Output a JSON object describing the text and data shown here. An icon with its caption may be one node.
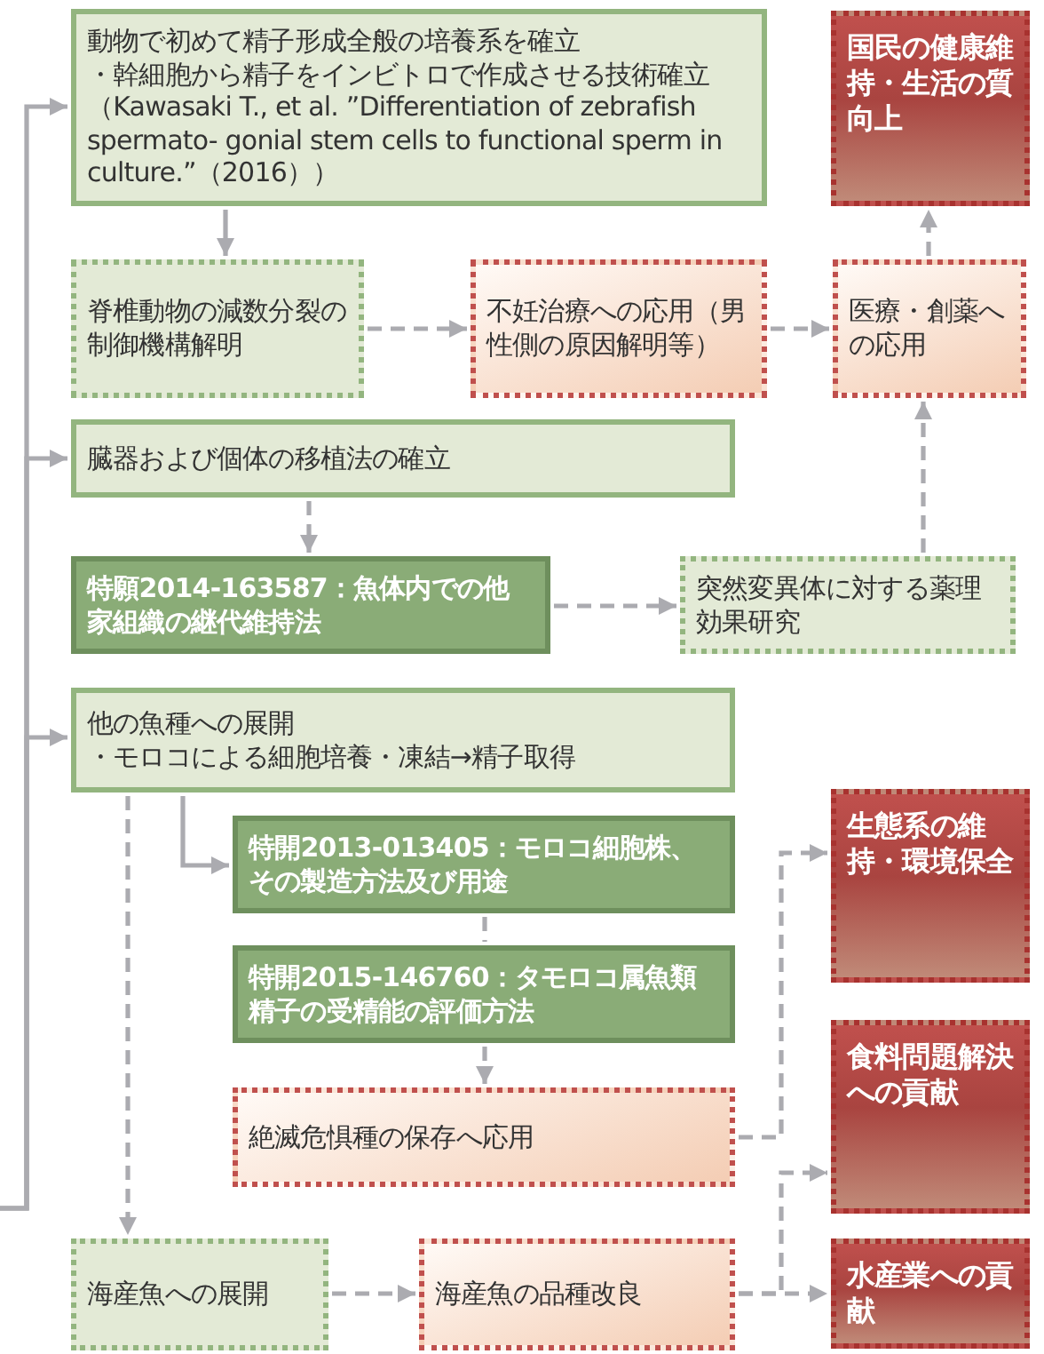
{
  "diagram": {
    "nodes": [
      {
        "text": [
          "動物で初めて精子形成全般の培養系を確立",
          "・幹細胞から精子をインビトロで作成させる技術確立（Kawasaki T., et al. ”Differentiation of zebrafish spermato- gonial stem cells to functional sperm in culture.”（2016））"
        ]
      },
      {
        "text": [
          "国民の健康維持・生活の質向上"
        ]
      },
      {
        "text": [
          "脊椎動物の減数分裂の制御機構解明"
        ]
      },
      {
        "text": [
          "不妊治療への応用（男性側の原因解明等）"
        ]
      },
      {
        "text": [
          "医療・創薬への応用"
        ]
      },
      {
        "text": [
          "臓器および個体の移植法の確立"
        ]
      },
      {
        "text": [
          "特願2014-163587：魚体内での他家組織の継代維持法"
        ]
      },
      {
        "text": [
          "突然変異体に対する薬理効果研究"
        ]
      },
      {
        "text": [
          "他の魚種への展開",
          "・モロコによる細胞培養・凍結→精子取得"
        ]
      },
      {
        "text": [
          "特開2013-013405：モロコ細胞株、その製造方法及び用途"
        ]
      },
      {
        "text": [
          "生態系の維持・環境保全"
        ]
      },
      {
        "text": [
          "特開2015-146760：タモロコ属魚類精子の受精能の評価方法"
        ]
      },
      {
        "text": [
          "食料問題解決への貢献"
        ]
      },
      {
        "text": [
          "絶滅危惧種の保存へ応用"
        ]
      },
      {
        "text": [
          "海産魚への展開"
        ]
      },
      {
        "text": [
          "海産魚の品種改良"
        ]
      },
      {
        "text": [
          "水産業への貢献"
        ]
      }
    ],
    "edges": [
      {
        "from": null,
        "to": 0,
        "arrow": "to"
      },
      {
        "from": null,
        "to": 5,
        "arrow": "to"
      },
      {
        "from": null,
        "to": 8,
        "arrow": "to"
      },
      {
        "from": 0,
        "to": 2,
        "arrow": "to"
      },
      {
        "from": 2,
        "to": 3,
        "arrow": "to",
        "style": "dashed"
      },
      {
        "from": 3,
        "to": 4,
        "arrow": "to",
        "style": "dashed"
      },
      {
        "from": 4,
        "to": 1,
        "arrow": "to",
        "style": "dashed"
      },
      {
        "from": 5,
        "to": 6,
        "arrow": "to",
        "style": "dashed"
      },
      {
        "from": 6,
        "to": 7,
        "arrow": "to",
        "style": "dashed"
      },
      {
        "from": 7,
        "to": 4,
        "arrow": "to",
        "style": "dashed"
      },
      {
        "from": 8,
        "to": 9,
        "arrow": "to"
      },
      {
        "from": 8,
        "to": 14,
        "arrow": "to",
        "style": "dashed"
      },
      {
        "from": 9,
        "to": 11,
        "arrow": "none",
        "style": "dashed"
      },
      {
        "from": 11,
        "to": 13,
        "arrow": "to",
        "style": "dashed"
      },
      {
        "from": 13,
        "to": 10,
        "arrow": "to",
        "style": "dashed"
      },
      {
        "from": 14,
        "to": 15,
        "arrow": "to",
        "style": "dashed"
      },
      {
        "from": 15,
        "to": 16,
        "arrow": "to",
        "style": "dashed"
      },
      {
        "from": 15,
        "to": 12,
        "arrow": "to",
        "style": "dashed"
      }
    ]
  }
}
